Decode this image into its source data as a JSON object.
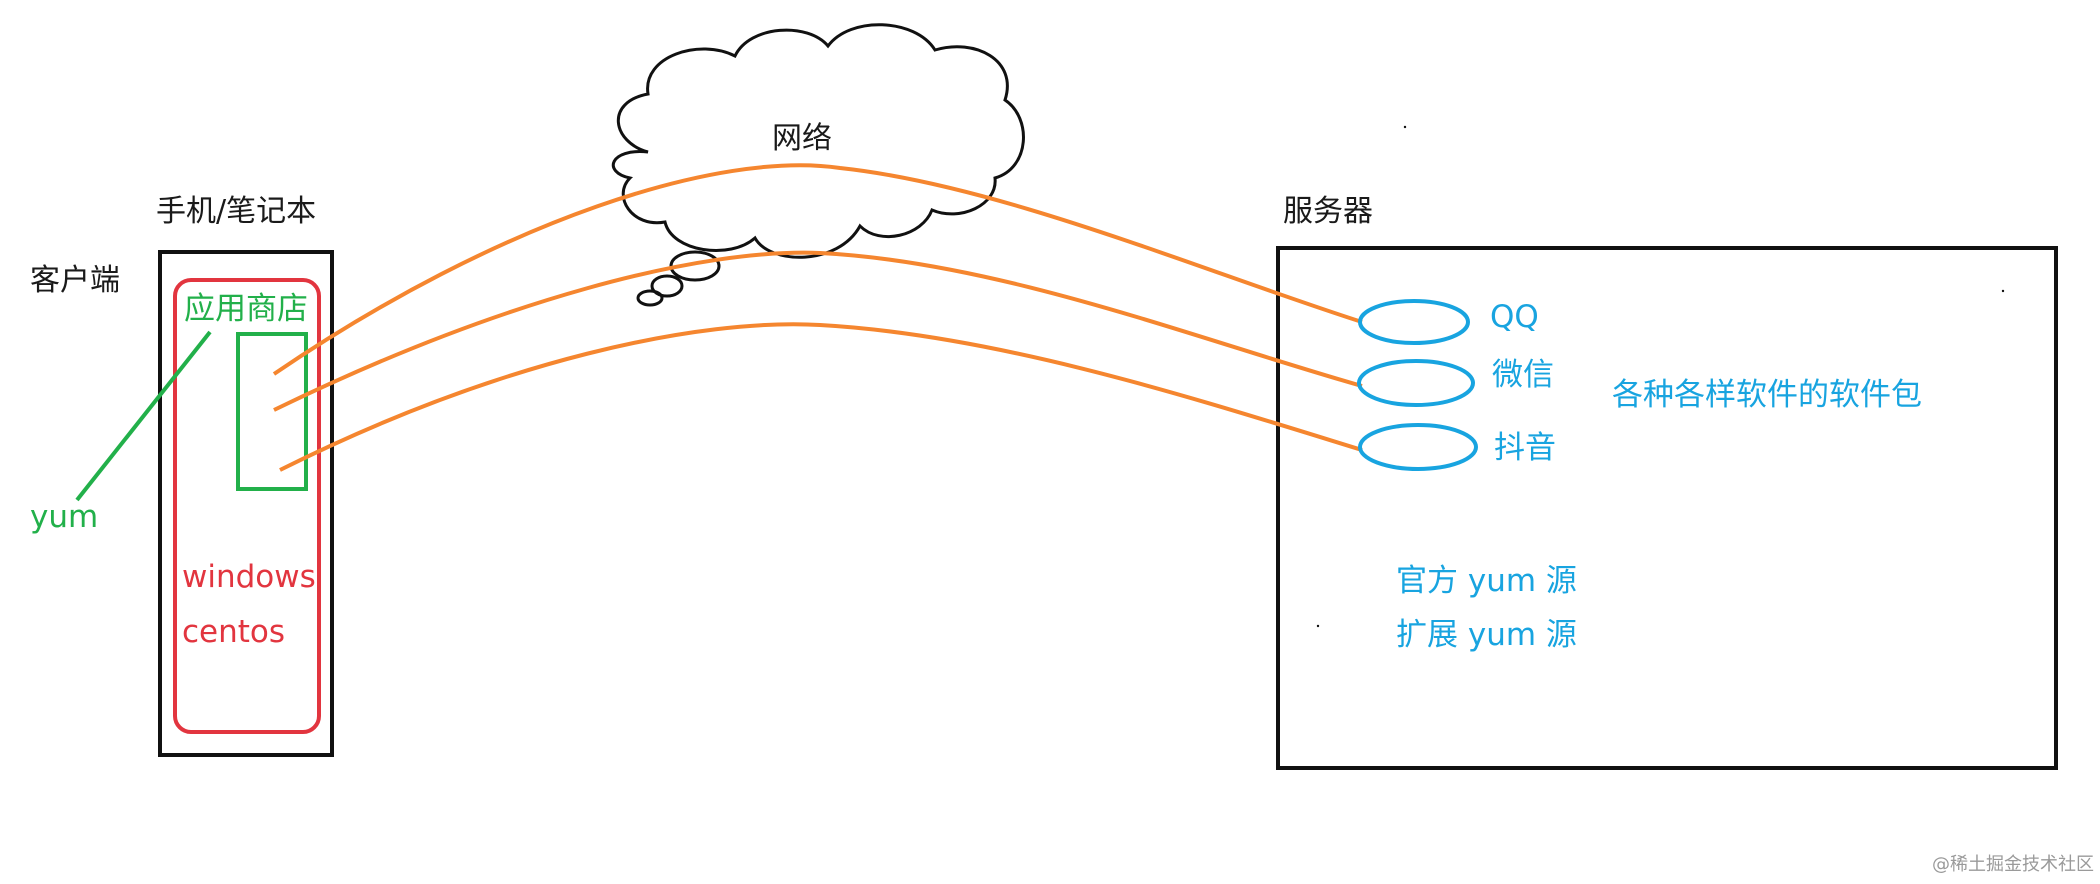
{
  "labels": {
    "client": "客户端",
    "device": "手机/笔记本",
    "app_store": "应用商店",
    "yum": "yum",
    "os_windows": "windows",
    "os_centos": "centos",
    "network": "网络",
    "server": "服务器",
    "qq": "QQ",
    "wechat": "微信",
    "douyin": "抖音",
    "packages": "各种各样软件的软件包",
    "official_repo": "官方 yum 源",
    "extended_repo": "扩展 yum 源",
    "watermark": "@稀土掘金技术社区"
  },
  "colors": {
    "outline": "#111111",
    "app_store": "#22b04a",
    "os_box": "#e2353f",
    "link": "#f5862f",
    "server_apps": "#18a4e0"
  }
}
